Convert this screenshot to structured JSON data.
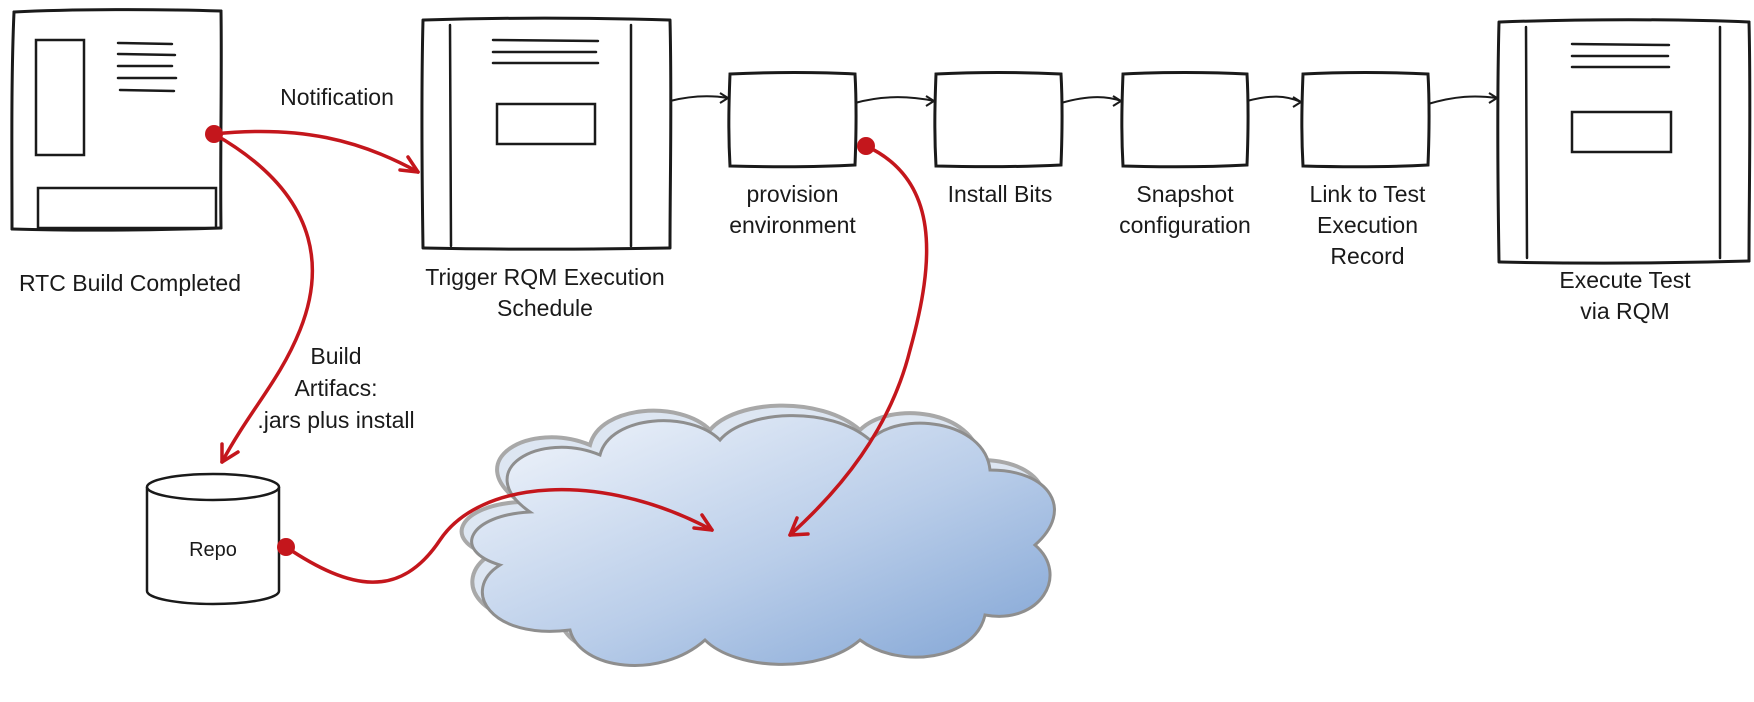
{
  "labels": {
    "rtc_build_completed": "RTC Build Completed",
    "notification": "Notification",
    "trigger_rqm": [
      "Trigger RQM Execution",
      "Schedule"
    ],
    "build_artifacts": [
      "Build",
      "Artifacs:",
      ".jars plus install"
    ],
    "repo": "Repo",
    "provision": [
      "provision",
      "environment"
    ],
    "install_bits": "Install Bits",
    "snapshot": [
      "Snapshot",
      "configuration"
    ],
    "link_test": [
      "Link to Test",
      "Execution",
      "Record"
    ],
    "execute_test": [
      "Execute Test",
      "via RQM"
    ]
  },
  "colors": {
    "stroke": "#1a1a1a",
    "flow_arrow": "#c4161c",
    "cloud_fill_light": "#eef3fb",
    "cloud_fill_dark": "#7fa3d4",
    "cloud_stroke": "#8e8e8e"
  }
}
